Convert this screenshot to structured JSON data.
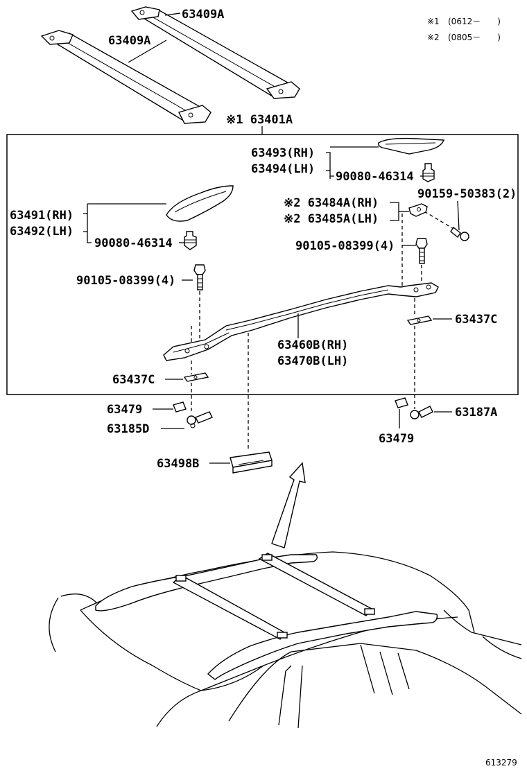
{
  "notes": [
    {
      "mark": "※1",
      "range": "(0612－　　)"
    },
    {
      "mark": "※2",
      "range": "(0805－　　)"
    }
  ],
  "labels": {
    "crossbar_a": "63409A",
    "crossbar_b": "63409A",
    "assembly": "※1 63401A",
    "cover_rear_rh": "63493(RH)",
    "cover_rear_lh": "63494(LH)",
    "clip_rear": "90080-46314",
    "screw_2": "90159-50383(2)",
    "bracket_rh": "※2 63484A(RH)",
    "bracket_lh": "※2 63485A(LH)",
    "bolt_rear": "90105-08399(4)",
    "cover_front_rh": "63491(RH)",
    "cover_front_lh": "63492(LH)",
    "clip_front": "90080-46314",
    "bolt_front": "90105-08399(4)",
    "rail_rh": "63460B(RH)",
    "rail_lh": "63470B(LH)",
    "pad_right": "63437C",
    "pad_left": "63437C",
    "cap_left": "63479",
    "nut_left": "63185D",
    "cap_right": "63479",
    "nut_right": "63187A",
    "cover_center": "63498B"
  },
  "footer": {
    "diagram_number": "613279"
  }
}
